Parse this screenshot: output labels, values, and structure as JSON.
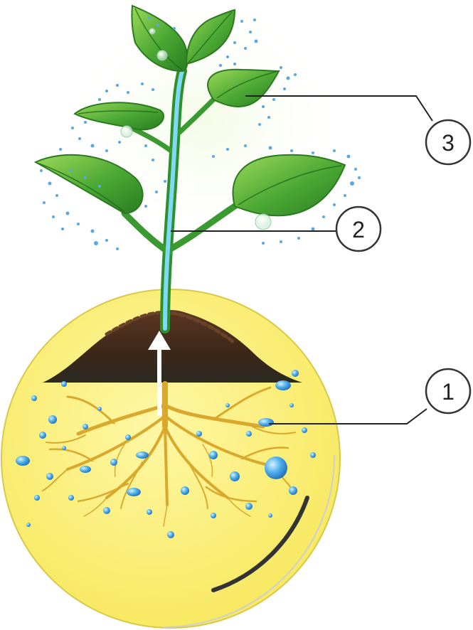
{
  "diagram": {
    "callouts": [
      {
        "number": "1"
      },
      {
        "number": "2"
      },
      {
        "number": "3"
      }
    ],
    "colors": {
      "leaf_dark": "#2e8b22",
      "leaf_light": "#8fd14f",
      "stem": "#2f8f2a",
      "xylem": "#6fd3f2",
      "soil": "#4a2e1d",
      "ground_circle": "#fbf07a",
      "roots": "#e0b43a",
      "water": "#3a9be0"
    }
  }
}
